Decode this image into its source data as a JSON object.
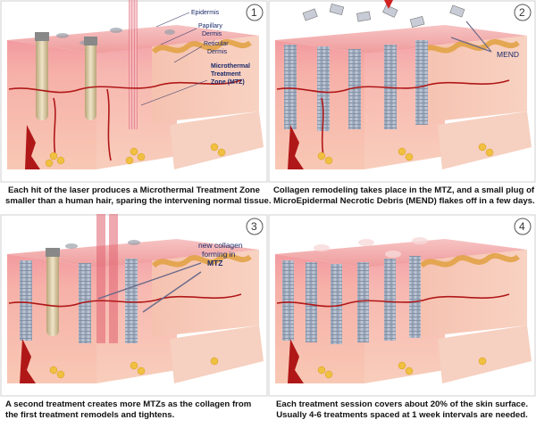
{
  "panels": [
    {
      "number": "1",
      "labels": {
        "epidermis": "Epidermis",
        "papillary_1": "Papillary",
        "papillary_2": "Dermis",
        "reticular_1": "Reticular",
        "reticular_2": "Dermis",
        "mtz_1": "Microthermal",
        "mtz_2": "Treatment",
        "mtz_3": "Zone (MTZ)"
      },
      "caption_lines": [
        "Each hit of the laser produces a Microthermal Treatment Zone",
        "smaller than a human hair, sparing the intervening normal tissue."
      ]
    },
    {
      "number": "2",
      "labels": {
        "mend": "MEND"
      },
      "caption_lines": [
        "Collagen remodeling takes place in the MTZ, and a small plug of",
        "MicroEpidermal Necrotic Debris (MEND) flakes off in a few days."
      ]
    },
    {
      "number": "3",
      "labels": {
        "collagen_1": "new collagen",
        "collagen_2": "forming in",
        "collagen_3": "MTZ"
      },
      "caption_lines": [
        "A second treatment creates more MTZs as the collagen from",
        "the first treatment remodels and tightens."
      ]
    },
    {
      "number": "4",
      "labels": {},
      "caption_lines": [
        "Each treatment session covers about 20% of the skin surface.",
        "Usually 4-6 treatments spaced at 1 week intervals are needed."
      ]
    }
  ],
  "colors": {
    "frame": "#d0d0d0",
    "epidermis_top": "#f3a9a9",
    "dermis": "#f5b0a0",
    "deep": "#f7c6b3",
    "fat": "#f0c040",
    "vessel": "#b01818",
    "mtz_column": "#a8b4c6",
    "follicle": "#d8c8a0",
    "label": "#1a2a6a",
    "arrow": "#6a6a8a"
  }
}
